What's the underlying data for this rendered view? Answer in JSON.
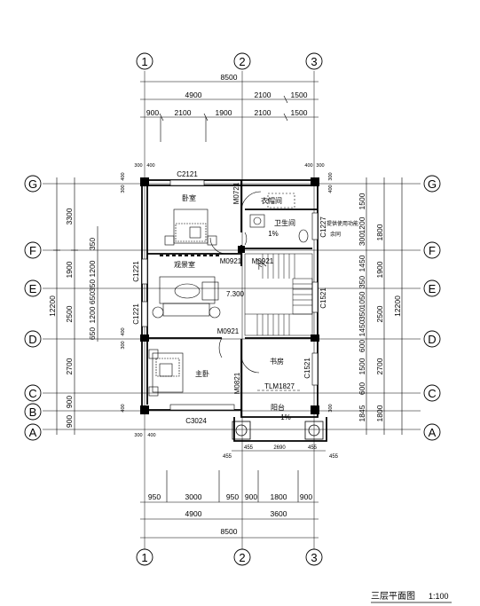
{
  "title": {
    "name": "三层平面图",
    "scale": "1:100"
  },
  "axes": {
    "columns": [
      "1",
      "2",
      "3"
    ],
    "rows": [
      "G",
      "F",
      "E",
      "D",
      "C",
      "B",
      "A"
    ]
  },
  "top_dims": {
    "overall": "8500",
    "row2": [
      "4900",
      "2100",
      "1500"
    ],
    "row3": [
      "900",
      "2100",
      "1900",
      "2100",
      "1500"
    ]
  },
  "bottom_dims": {
    "row1": [
      "950",
      "3000",
      "950",
      "900",
      "1800",
      "900"
    ],
    "row2": [
      "4900",
      "3600"
    ],
    "overall": "8500",
    "balcony": [
      "455",
      "455",
      "2690",
      "455",
      "455"
    ]
  },
  "left_dims": {
    "outer": [
      "3300",
      "1900",
      "2500",
      "2700",
      "900",
      "900"
    ],
    "total": "12200",
    "inner": [
      "350",
      "1200",
      "350",
      "650",
      "1200",
      "650"
    ]
  },
  "right_dims": {
    "inner": [
      "1500",
      "1200",
      "300",
      "1450",
      "350",
      "1050",
      "350",
      "1450",
      "600",
      "1500",
      "600",
      "1845"
    ],
    "outer": [
      "1800",
      "1900",
      "2500",
      "2700",
      "1800"
    ],
    "total": "12200"
  },
  "small_dims": [
    "300",
    "400",
    "400",
    "300",
    "400",
    "300",
    "300",
    "400",
    "300",
    "400",
    "400",
    "300",
    "400",
    "300"
  ],
  "rooms": {
    "bedroom": "卧室",
    "storage": "衣帽间",
    "bathroom": "卫生间",
    "bathroom_slope": "1%",
    "leisure": "观景室",
    "master": "主卧",
    "study": "书房",
    "balcony": "阳台",
    "balcony_slope": "1%",
    "elevation": "7.300",
    "stair_down": "下",
    "note1": "提供使用功能",
    "note2": "余同"
  },
  "openings": {
    "c2121": "C2121",
    "m0721": "M0721",
    "c1227": "C1227",
    "m0921a": "M0921",
    "m0921b": "M0921",
    "c1221a": "C1221",
    "c1221b": "C1221",
    "c1521a": "C1521",
    "c1521b": "C1521",
    "m0921c": "M0921",
    "m0821": "M0821",
    "tlm1827": "TLM1827",
    "c3024": "C3024"
  }
}
